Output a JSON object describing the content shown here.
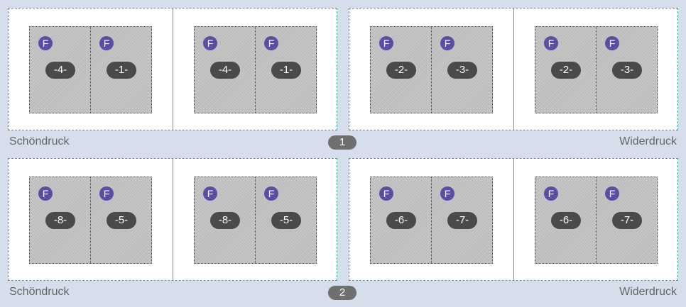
{
  "marker": "F",
  "colors": {
    "background": "#d6deec",
    "marker": "#5a4ea3",
    "page_badge": "#4a4a4a",
    "sheet_border": "#22b08f",
    "page_border": "#3d3ca8"
  },
  "rows": [
    {
      "sheet_number": "1",
      "front_label": "Schöndruck",
      "back_label": "Widerdruck",
      "front_pages": [
        [
          "-4-",
          "-1-"
        ],
        [
          "-4-",
          "-1-"
        ]
      ],
      "back_pages": [
        [
          "-2-",
          "-3-"
        ],
        [
          "-2-",
          "-3-"
        ]
      ]
    },
    {
      "sheet_number": "2",
      "front_label": "Schöndruck",
      "back_label": "Widerdruck",
      "front_pages": [
        [
          "-8-",
          "-5-"
        ],
        [
          "-8-",
          "-5-"
        ]
      ],
      "back_pages": [
        [
          "-6-",
          "-7-"
        ],
        [
          "-6-",
          "-7-"
        ]
      ]
    }
  ]
}
